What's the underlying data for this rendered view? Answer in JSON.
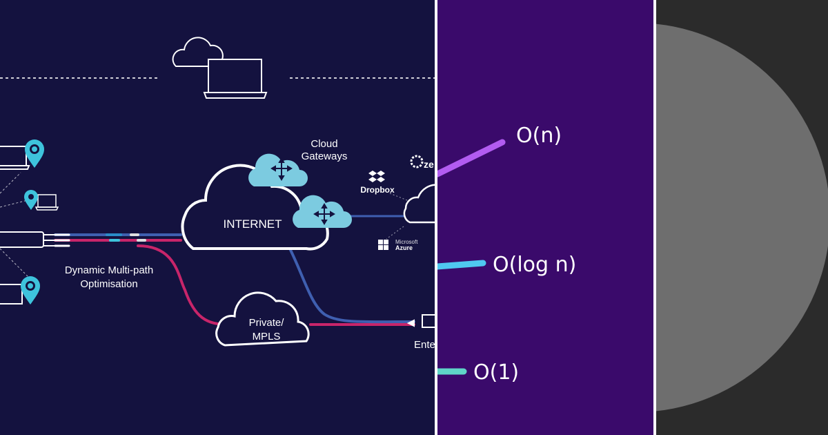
{
  "network": {
    "cloud_gateways_line1": "Cloud",
    "cloud_gateways_line2": "Gateways",
    "internet_label": "INTERNET",
    "dmp_line1": "Dynamic Multi-path",
    "dmp_line2": "Optimisation",
    "private_line1": "Private/",
    "private_line2": "MPLS",
    "dropbox_label": "Dropbox",
    "zendesk_fragment": "ze",
    "azure_line1": "Microsoft",
    "azure_line2": "Azure",
    "enterprise_fragment": "Ente"
  },
  "complexity": {
    "on_label": "O(n)",
    "ologn_label": "O(log n)",
    "o1_label": "O(1)",
    "colors": {
      "on": "#b25cf0",
      "ologn": "#4fc8f0",
      "o1": "#5fd6c8",
      "background": "#3a0a6b"
    }
  },
  "colors": {
    "network_background": "#14123f",
    "gateway_fill": "#7ccbe0",
    "pin_fill": "#3ec3dc",
    "path_pink": "#c8256a",
    "path_blue": "#3f5fb0"
  }
}
